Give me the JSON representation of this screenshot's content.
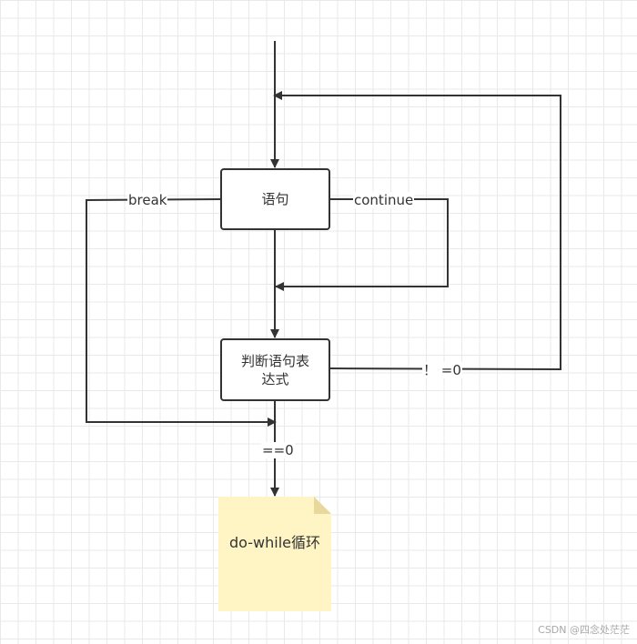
{
  "diagram": {
    "nodes": {
      "statement": "语句",
      "condition": "判断语句表达式",
      "note": "do-while循环"
    },
    "edge_labels": {
      "break": "break",
      "continue": "continue",
      "not_zero": "！ =0",
      "equals_zero": "==0"
    },
    "colors": {
      "line": "#333333",
      "note_fill": "#fff4c3",
      "note_fold": "#e8d89a",
      "grid": "#e9e9e9"
    }
  },
  "watermark": "CSDN @四念处茫茫"
}
